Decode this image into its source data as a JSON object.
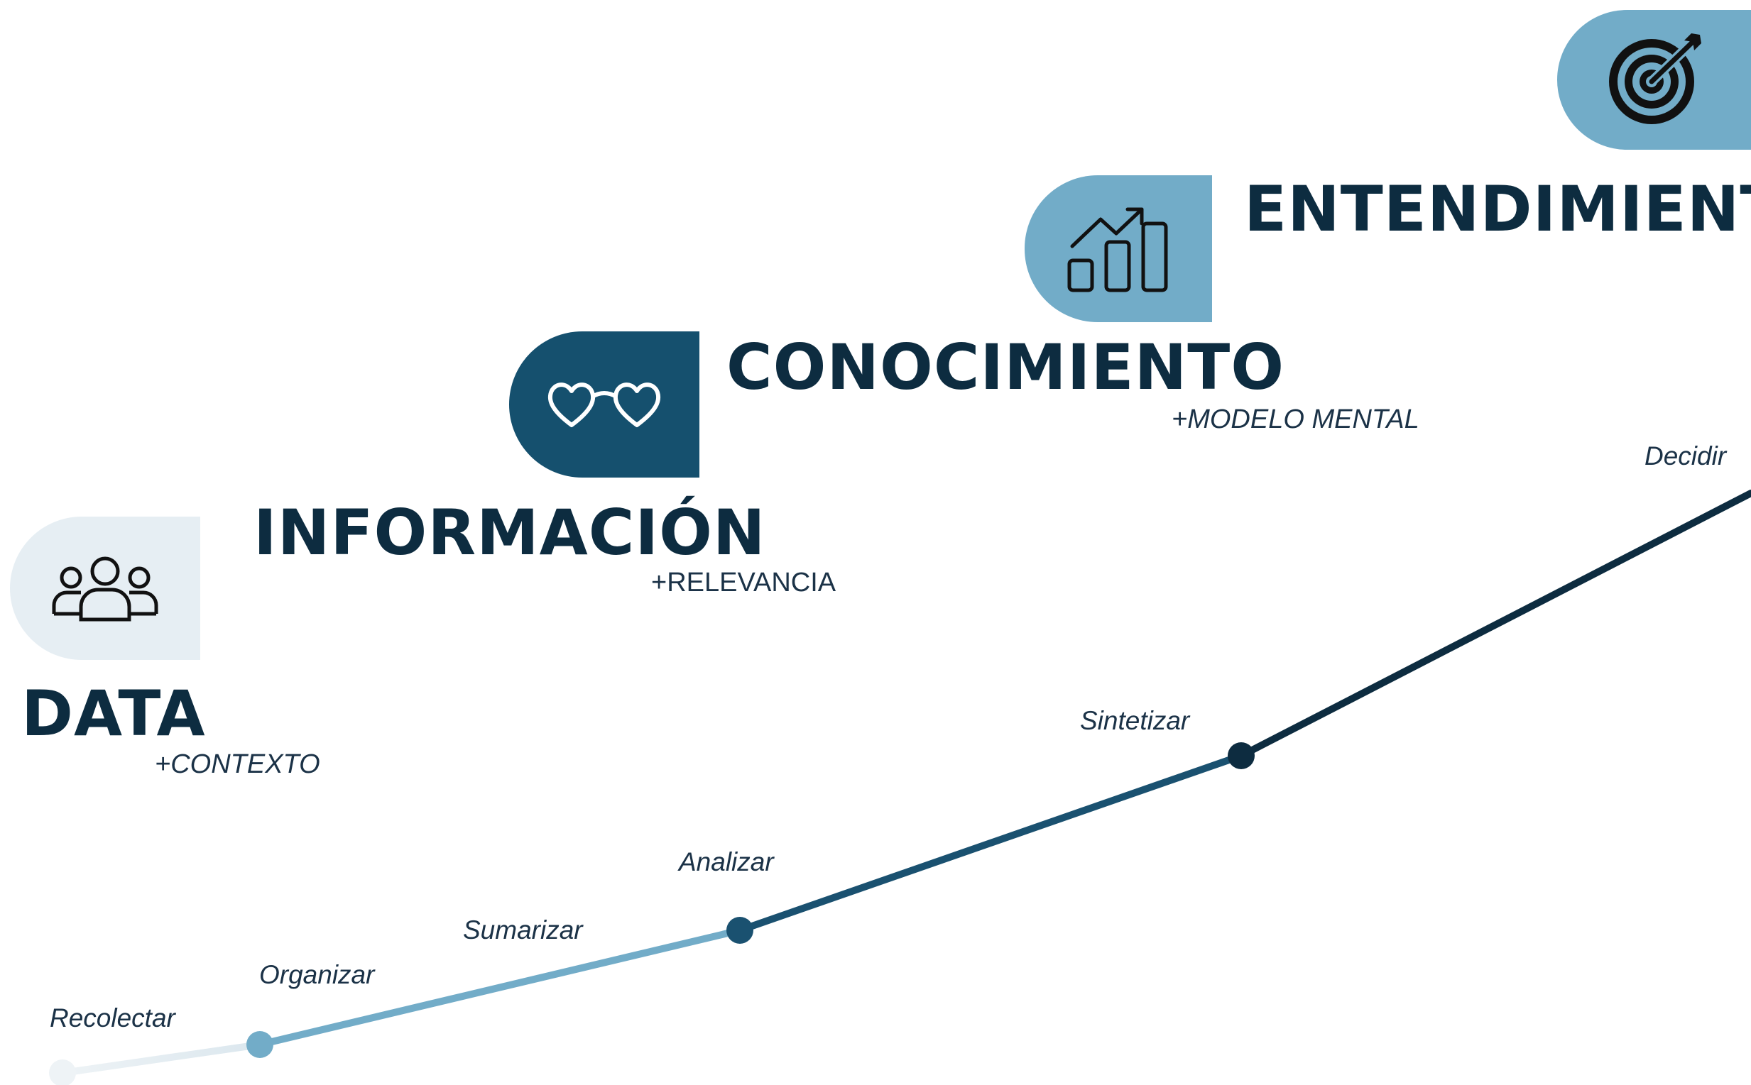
{
  "stages": [
    {
      "title": "DATA",
      "subtitle": "+CONTEXTO",
      "icon": "people-group-icon",
      "color": "#e6eef3"
    },
    {
      "title": "INFORMACIÓN",
      "subtitle": "+RELEVANCIA",
      "icon": "heart-glasses-icon",
      "color": "#15506e"
    },
    {
      "title": "CONOCIMIENTO",
      "subtitle": "+MODELO MENTAL",
      "icon": "growth-chart-icon",
      "color": "#72acc8"
    },
    {
      "title": "ENTENDIMIENTO",
      "subtitle": "",
      "icon": "target-arrow-icon",
      "color": "#72acc8"
    }
  ],
  "steps": [
    "Recolectar",
    "Organizar",
    "Sumarizar",
    "Analizar",
    "Sintetizar",
    "Decidir"
  ],
  "colors": {
    "title": "#0d2c40",
    "text": "#1b3247",
    "line_start": "#e6eef3",
    "line_light": "#72acc8",
    "line_mid": "#1a5170",
    "line_dark": "#0d2c40"
  }
}
